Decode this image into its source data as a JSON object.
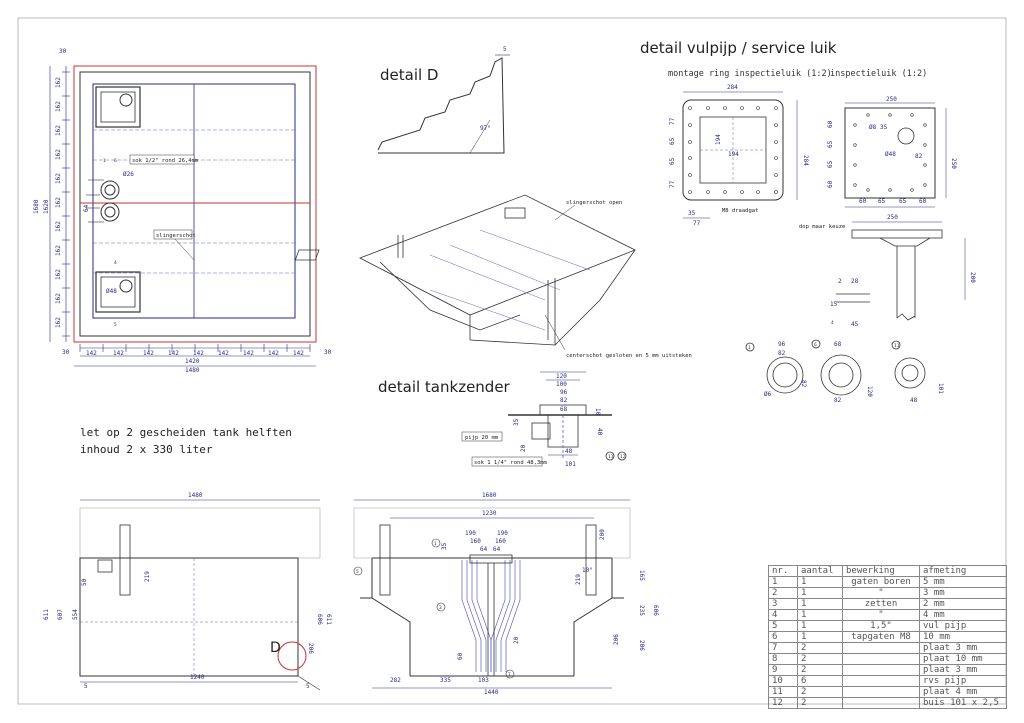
{
  "titles": {
    "detail_d": "detail D",
    "detail_vulpijp": "detail vulpijp / service luik",
    "montage_ring": "montage ring inspectieluik (1:2)",
    "inspectieluik": "inspectieluik (1:2)",
    "detail_tankzender": "detail tankzender"
  },
  "notes": {
    "line1": "let op 2 gescheiden tank helften",
    "line2": "inhoud 2 x 330 liter"
  },
  "labels": {
    "sok_half": "sok 1/2\" rond 26,4mm",
    "slingerschot": "slingerschot",
    "slingerschot_open": "slingerschot open",
    "centerschot": "centerschot gesloten en 5 mm uitsteken",
    "m8_draadgat": "M8 draadgat",
    "dop_maar_keuze": "dop maar keuze",
    "pijp_20": "pijp 20 mm",
    "sok_114": "sok 1 1/4\" rond 48,3mm",
    "d_mark": "D"
  },
  "dims": {
    "top_w1": "1420",
    "top_w2": "1480",
    "seg": "142",
    "left_h1": "1680",
    "left_h2": "1620",
    "d30": "30",
    "d64": "64",
    "phi26": "Ø26",
    "phi48": "Ø48",
    "phi8": "Ø8",
    "phi6": "Ø6",
    "r284": "284",
    "r194": "194",
    "r35": "35",
    "r77": "77",
    "r65": "65",
    "l250": "250",
    "l60": "60",
    "l65": "65",
    "l82": "82",
    "l35": "35",
    "p250": "250",
    "p200": "200",
    "p28": "28",
    "p2": "2",
    "p15": "15",
    "p45": "45",
    "c96": "96",
    "c82": "82",
    "c68": "68",
    "c120": "120",
    "c101": "101",
    "c48": "48",
    "t120": "120",
    "t100": "100",
    "t96": "96",
    "t82": "82",
    "t68": "68",
    "t35": "35",
    "t20": "20",
    "t10": "10",
    "t40": "40",
    "t48": "48",
    "t101": "101",
    "dd5": "5",
    "dd97": "97°",
    "fl1480": "1480",
    "fl1240": "1240",
    "fl611": "611",
    "fl607": "607",
    "fl554": "554",
    "fl219": "219",
    "fl50": "50",
    "fl606": "606",
    "fl206": "206",
    "fl5": "5",
    "fr1680": "1680",
    "fr1230": "1230",
    "fr1440": "1440",
    "fr190": "190",
    "fr160": "160",
    "fr64": "64",
    "fr35": "35",
    "fr200": "200",
    "fr165": "165",
    "fr235": "235",
    "fr606": "606",
    "fr206": "206",
    "fr219": "219",
    "fr282": "282",
    "fr335": "335",
    "fr103": "103",
    "fr60": "60",
    "fr20": "20",
    "fr10deg": "10°"
  },
  "balloons": [
    "1",
    "2",
    "3",
    "4",
    "5",
    "6",
    "7",
    "8",
    "9",
    "10",
    "11",
    "12"
  ],
  "bom": {
    "headers": [
      "nr.",
      "aantal",
      "bewerking",
      "afmeting"
    ],
    "rows": [
      [
        "1",
        "1",
        "gaten boren",
        "5 mm"
      ],
      [
        "2",
        "1",
        "\"",
        "3 mm"
      ],
      [
        "3",
        "1",
        "zetten",
        "2 mm"
      ],
      [
        "4",
        "1",
        "\"",
        "4 mm"
      ],
      [
        "5",
        "1",
        "1,5\"",
        "vul pijp"
      ],
      [
        "6",
        "1",
        "tapgaten M8",
        "10 mm"
      ],
      [
        "7",
        "2",
        "",
        "plaat 3 mm"
      ],
      [
        "8",
        "2",
        "",
        "plaat 10 mm"
      ],
      [
        "9",
        "2",
        "",
        "plaat 3 mm"
      ],
      [
        "10",
        "6",
        "",
        "rvs pijp"
      ],
      [
        "11",
        "2",
        "",
        "plaat 4 mm"
      ],
      [
        "12",
        "2",
        "",
        "buis 101 x 2,5"
      ]
    ]
  },
  "colors": {
    "line": "#333333",
    "dim": "#2a2a8a",
    "hidden": "#6060c0",
    "red": "#cc3030",
    "frame": "#bbbbbb"
  }
}
